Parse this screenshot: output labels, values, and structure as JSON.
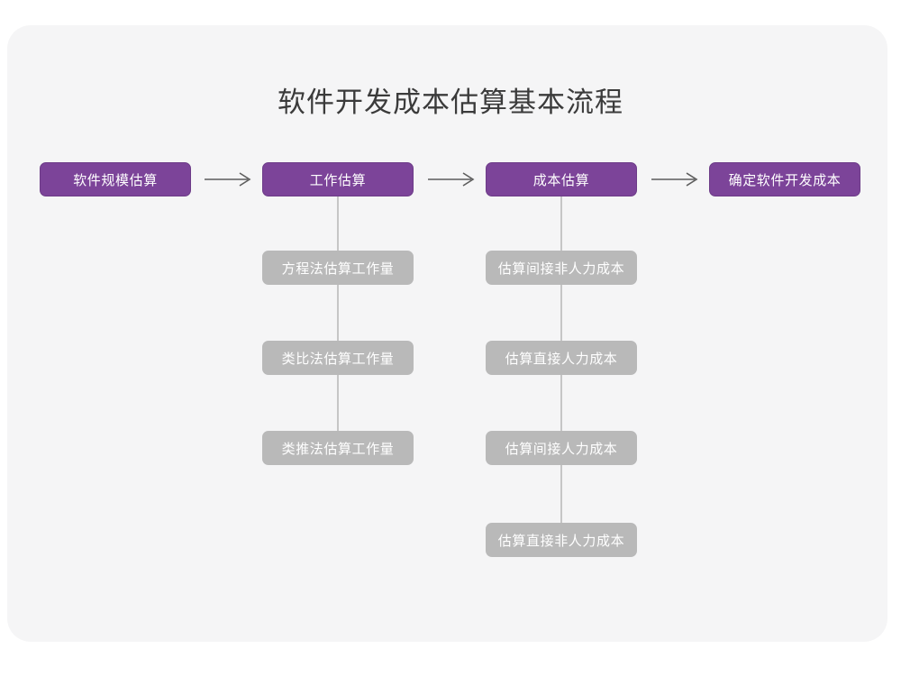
{
  "diagram": {
    "title": "软件开发成本估算基本流程",
    "type": "flowchart",
    "colors": {
      "page_background": "#ffffff",
      "card_background": "#f5f5f6",
      "primary_node": "#7c4499",
      "primary_node_border": "#6d3c88",
      "sub_node": "#b9b9b9",
      "node_text": "#ffffff",
      "title_text": "#3b3b3b",
      "connector_line": "#c6c6c6",
      "arrow": "#5d5d5d"
    },
    "stages": [
      {
        "id": "stage-1",
        "label": "软件规模估算",
        "substeps": []
      },
      {
        "id": "stage-2",
        "label": "工作估算",
        "substeps": [
          "方程法估算工作量",
          "类比法估算工作量",
          "类推法估算工作量"
        ]
      },
      {
        "id": "stage-3",
        "label": "成本估算",
        "substeps": [
          "估算间接非人力成本",
          "估算直接人力成本",
          "估算间接人力成本",
          "估算直接非人力成本"
        ]
      },
      {
        "id": "stage-4",
        "label": "确定软件开发成本",
        "substeps": []
      }
    ],
    "connectors": [
      {
        "id": "arrow-1",
        "from": "stage-1",
        "to": "stage-2",
        "glyph": "⟶"
      },
      {
        "id": "arrow-2",
        "from": "stage-2",
        "to": "stage-3",
        "glyph": "⟶"
      },
      {
        "id": "arrow-3",
        "from": "stage-3",
        "to": "stage-4",
        "glyph": "⟶"
      }
    ]
  }
}
